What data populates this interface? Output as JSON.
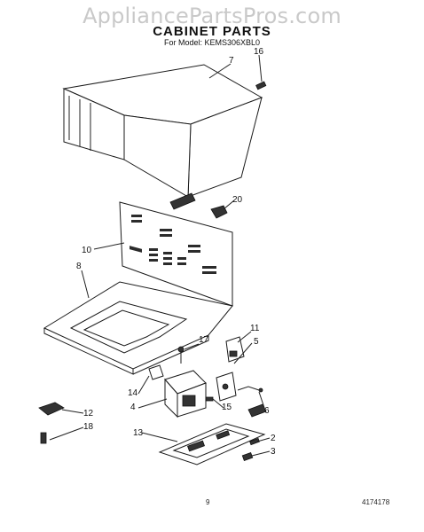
{
  "watermark": "AppliancePartsPros.com",
  "title": "CABINET PARTS",
  "subtitle": "For Model: KEMS306XBL0",
  "callouts": [
    {
      "id": "c16",
      "text": "16"
    },
    {
      "id": "c7",
      "text": "7"
    },
    {
      "id": "c20",
      "text": "20"
    },
    {
      "id": "c10",
      "text": "10"
    },
    {
      "id": "c8",
      "text": "8"
    },
    {
      "id": "c11",
      "text": "11"
    },
    {
      "id": "c17",
      "text": "17"
    },
    {
      "id": "c5",
      "text": "5"
    },
    {
      "id": "c14",
      "text": "14"
    },
    {
      "id": "c4",
      "text": "4"
    },
    {
      "id": "c15",
      "text": "15"
    },
    {
      "id": "c6",
      "text": "6"
    },
    {
      "id": "c12",
      "text": "12"
    },
    {
      "id": "c18",
      "text": "18"
    },
    {
      "id": "c13",
      "text": "13"
    },
    {
      "id": "c2",
      "text": "2"
    },
    {
      "id": "c3",
      "text": "3"
    }
  ],
  "footer": {
    "page_number": "9",
    "doc_number": "4174178"
  }
}
